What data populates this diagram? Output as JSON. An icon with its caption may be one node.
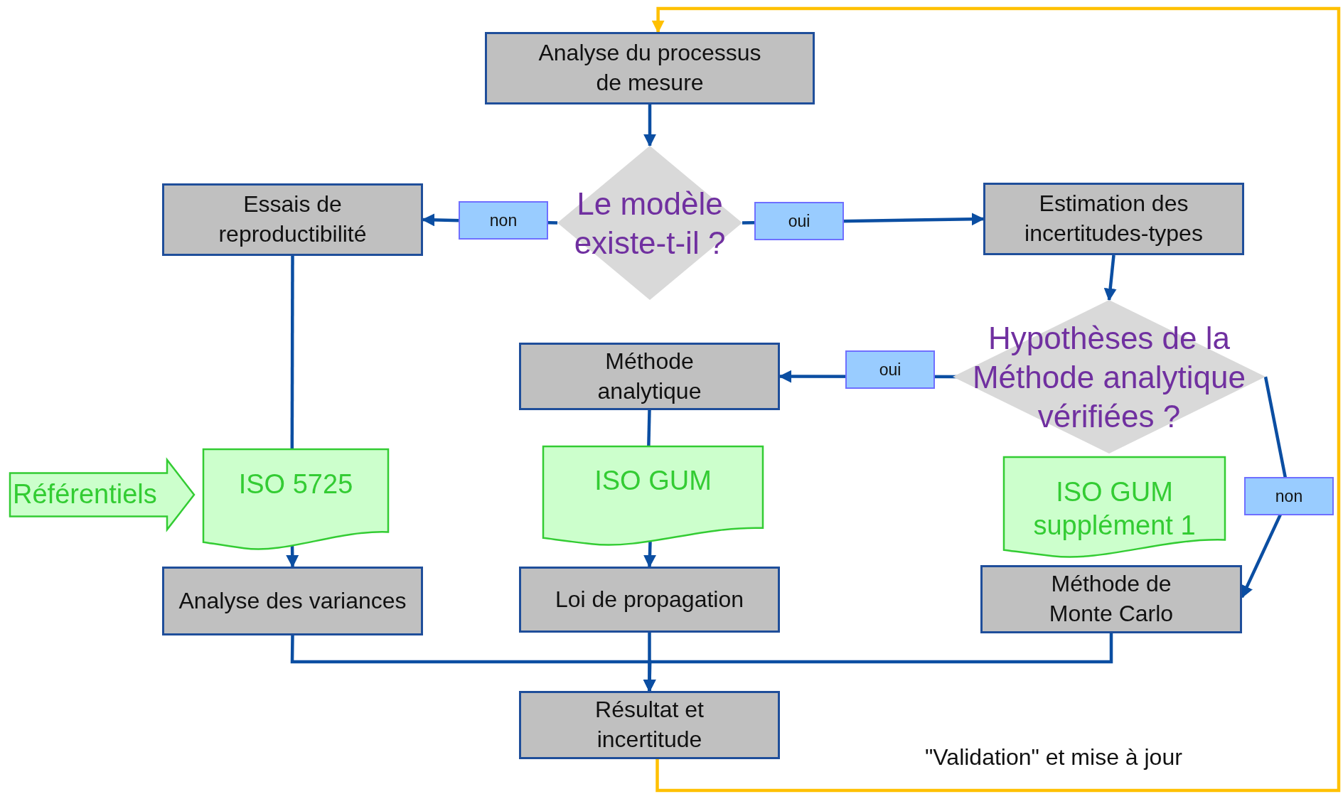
{
  "diagram": {
    "nodes": [
      {
        "text": [
          "Analyse du processus de mesure"
        ]
      },
      {
        "text": [
          "Le modèle existe-t-il ?"
        ]
      },
      {
        "text": [
          "Essais de reproductibilité"
        ]
      },
      {
        "text": [
          "Estimation des incertitudes-types"
        ]
      },
      {
        "text": [
          "Hypothèses de la Méthode analytique vérifiées ?"
        ]
      },
      {
        "text": [
          "Méthode analytique"
        ]
      },
      {
        "text": [
          "Référentiels"
        ]
      },
      {
        "text": [
          "ISO 5725"
        ]
      },
      {
        "text": [
          "ISO GUM"
        ]
      },
      {
        "text": [
          "ISO GUM supplément 1"
        ]
      },
      {
        "text": [
          "Analyse des variances"
        ]
      },
      {
        "text": [
          "Loi de propagation"
        ]
      },
      {
        "text": [
          "Méthode de Monte Carlo"
        ]
      },
      {
        "text": [
          "Résultat et incertitude"
        ]
      }
    ],
    "edges": [
      {
        "from": 0,
        "to": 1,
        "arrow": "to"
      },
      {
        "from": 1,
        "to": 2,
        "arrow": "to",
        "label": "non"
      },
      {
        "from": 1,
        "to": 3,
        "arrow": "to",
        "label": "oui"
      },
      {
        "from": 3,
        "to": 4,
        "arrow": "to"
      },
      {
        "from": 4,
        "to": 5,
        "arrow": "to",
        "label": "oui"
      },
      {
        "from": 4,
        "to": 12,
        "arrow": "to",
        "label": "non"
      },
      {
        "from": 2,
        "to": 7,
        "arrow": "none"
      },
      {
        "from": 7,
        "to": 10,
        "arrow": "to"
      },
      {
        "from": 5,
        "to": 8,
        "arrow": "none"
      },
      {
        "from": 8,
        "to": 11,
        "arrow": "to"
      },
      {
        "from": 10,
        "to": 13,
        "arrow": "to"
      },
      {
        "from": 11,
        "to": 13,
        "arrow": "to"
      },
      {
        "from": 12,
        "to": 13,
        "arrow": "to"
      },
      {
        "from": 13,
        "to": 0,
        "arrow": "to",
        "color": "#ffc000"
      }
    ],
    "labels": [
      "\"Validation\" et mise à jour"
    ]
  }
}
